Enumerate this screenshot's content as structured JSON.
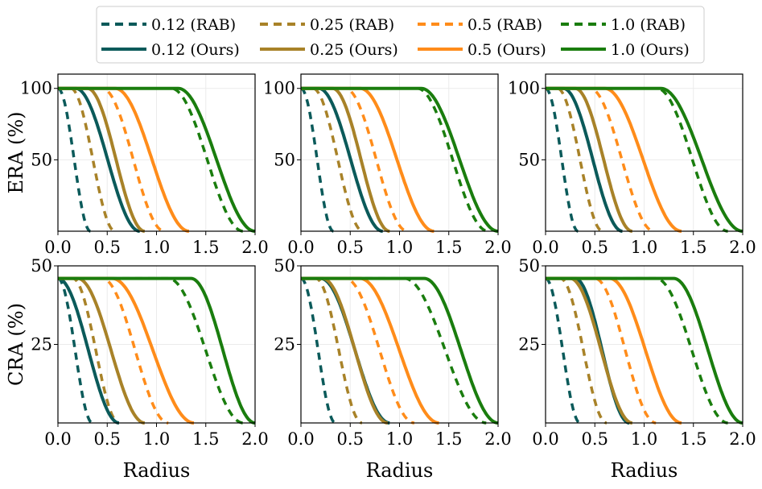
{
  "legend": {
    "entries": [
      {
        "label": "0.12 (RAB)",
        "color": "#0b5a5a",
        "style": "dashed"
      },
      {
        "label": "0.25 (RAB)",
        "color": "#a88228",
        "style": "dashed"
      },
      {
        "label": "0.5 (RAB)",
        "color": "#ff8c1a",
        "style": "dashed"
      },
      {
        "label": "1.0 (RAB)",
        "color": "#1a7d0e",
        "style": "dashed"
      },
      {
        "label": "0.12 (Ours)",
        "color": "#0b5a5a",
        "style": "solid"
      },
      {
        "label": "0.25 (Ours)",
        "color": "#a88228",
        "style": "solid"
      },
      {
        "label": "0.5 (Ours)",
        "color": "#ff8c1a",
        "style": "solid"
      },
      {
        "label": "1.0 (Ours)",
        "color": "#1a7d0e",
        "style": "solid"
      }
    ]
  },
  "chart_data": [
    {
      "type": "line",
      "row": 0,
      "col": 0,
      "xlabel": "",
      "ylabel": "ERA (%)",
      "xlim": [
        0,
        2.0
      ],
      "ylim": [
        0,
        110
      ],
      "xticks": [
        "0.0",
        "0.5",
        "1.0",
        "1.5",
        "2.0"
      ],
      "yticks": [
        "50",
        "100"
      ],
      "grid": true,
      "series": [
        {
          "name": "0.12 (RAB)",
          "x0": 0.0,
          "x1": 0.33,
          "top": 100
        },
        {
          "name": "0.25 (RAB)",
          "x0": 0.13,
          "x1": 0.58,
          "top": 100
        },
        {
          "name": "0.5 (RAB)",
          "x0": 0.45,
          "x1": 1.08,
          "top": 100
        },
        {
          "name": "1.0 (RAB)",
          "x0": 1.15,
          "x1": 1.88,
          "top": 100
        },
        {
          "name": "0.12 (Ours)",
          "x0": 0.18,
          "x1": 0.83,
          "top": 100
        },
        {
          "name": "0.25 (Ours)",
          "x0": 0.3,
          "x1": 0.88,
          "top": 100
        },
        {
          "name": "0.5 (Ours)",
          "x0": 0.58,
          "x1": 1.33,
          "top": 100
        },
        {
          "name": "1.0 (Ours)",
          "x0": 1.22,
          "x1": 2.0,
          "top": 100
        }
      ]
    },
    {
      "type": "line",
      "row": 0,
      "col": 1,
      "xlabel": "",
      "ylabel": "",
      "xlim": [
        0,
        2.0
      ],
      "ylim": [
        0,
        110
      ],
      "xticks": [
        "0.0",
        "0.5",
        "1.0",
        "1.5",
        "2.0"
      ],
      "yticks": [
        "50",
        "100"
      ],
      "grid": true,
      "series": [
        {
          "name": "0.12 (RAB)",
          "x0": 0.0,
          "x1": 0.33,
          "top": 100
        },
        {
          "name": "0.25 (RAB)",
          "x0": 0.12,
          "x1": 0.63,
          "top": 100
        },
        {
          "name": "0.5 (RAB)",
          "x0": 0.45,
          "x1": 1.08,
          "top": 100
        },
        {
          "name": "1.0 (RAB)",
          "x0": 1.18,
          "x1": 1.9,
          "top": 100
        },
        {
          "name": "0.12 (Ours)",
          "x0": 0.18,
          "x1": 0.83,
          "top": 100
        },
        {
          "name": "0.25 (Ours)",
          "x0": 0.32,
          "x1": 0.9,
          "top": 100
        },
        {
          "name": "0.5 (Ours)",
          "x0": 0.6,
          "x1": 1.35,
          "top": 100
        },
        {
          "name": "1.0 (Ours)",
          "x0": 1.22,
          "x1": 2.0,
          "top": 100
        }
      ]
    },
    {
      "type": "line",
      "row": 0,
      "col": 2,
      "xlabel": "",
      "ylabel": "",
      "xlim": [
        0,
        2.0
      ],
      "ylim": [
        0,
        110
      ],
      "xticks": [
        "0.0",
        "0.5",
        "1.0",
        "1.5",
        "2.0"
      ],
      "yticks": [
        "50",
        "100"
      ],
      "grid": true,
      "series": [
        {
          "name": "0.12 (RAB)",
          "x0": 0.0,
          "x1": 0.33,
          "top": 100
        },
        {
          "name": "0.25 (RAB)",
          "x0": 0.12,
          "x1": 0.58,
          "top": 100
        },
        {
          "name": "0.5 (RAB)",
          "x0": 0.45,
          "x1": 1.1,
          "top": 100
        },
        {
          "name": "1.0 (RAB)",
          "x0": 1.13,
          "x1": 1.85,
          "top": 100
        },
        {
          "name": "0.12 (Ours)",
          "x0": 0.18,
          "x1": 0.78,
          "top": 100
        },
        {
          "name": "0.25 (Ours)",
          "x0": 0.3,
          "x1": 0.88,
          "top": 100
        },
        {
          "name": "0.5 (Ours)",
          "x0": 0.6,
          "x1": 1.38,
          "top": 100
        },
        {
          "name": "1.0 (Ours)",
          "x0": 1.17,
          "x1": 2.0,
          "top": 100
        }
      ]
    },
    {
      "type": "line",
      "row": 1,
      "col": 0,
      "xlabel": "Radius",
      "ylabel": "CRA (%)",
      "xlim": [
        0,
        2.0
      ],
      "ylim": [
        0,
        50
      ],
      "xticks": [
        "0.0",
        "0.5",
        "1.0",
        "1.5",
        "2.0"
      ],
      "yticks": [
        "25",
        "50"
      ],
      "grid": true,
      "series": [
        {
          "name": "0.12 (RAB)",
          "x0": 0.0,
          "x1": 0.35,
          "top": 46
        },
        {
          "name": "0.25 (RAB)",
          "x0": 0.15,
          "x1": 0.62,
          "top": 46
        },
        {
          "name": "0.5 (RAB)",
          "x0": 0.45,
          "x1": 1.12,
          "top": 46
        },
        {
          "name": "1.0 (RAB)",
          "x0": 1.12,
          "x1": 1.88,
          "top": 46
        },
        {
          "name": "0.12 (Ours)",
          "x0": 0.0,
          "x1": 0.62,
          "top": 46
        },
        {
          "name": "0.25 (Ours)",
          "x0": 0.2,
          "x1": 0.88,
          "top": 46
        },
        {
          "name": "0.5 (Ours)",
          "x0": 0.55,
          "x1": 1.38,
          "top": 46
        },
        {
          "name": "1.0 (Ours)",
          "x0": 1.35,
          "x1": 2.0,
          "top": 46
        }
      ]
    },
    {
      "type": "line",
      "row": 1,
      "col": 1,
      "xlabel": "Radius",
      "ylabel": "",
      "xlim": [
        0,
        2.0
      ],
      "ylim": [
        0,
        50
      ],
      "xticks": [
        "0.0",
        "0.5",
        "1.0",
        "1.5",
        "2.0"
      ],
      "yticks": [
        "25",
        "50"
      ],
      "grid": true,
      "series": [
        {
          "name": "0.12 (RAB)",
          "x0": 0.0,
          "x1": 0.35,
          "top": 46
        },
        {
          "name": "0.25 (RAB)",
          "x0": 0.15,
          "x1": 0.62,
          "top": 46
        },
        {
          "name": "0.5 (RAB)",
          "x0": 0.45,
          "x1": 1.15,
          "top": 46
        },
        {
          "name": "1.0 (RAB)",
          "x0": 1.05,
          "x1": 1.88,
          "top": 46
        },
        {
          "name": "0.12 (Ours)",
          "x0": 0.2,
          "x1": 0.9,
          "top": 46
        },
        {
          "name": "0.25 (Ours)",
          "x0": 0.22,
          "x1": 0.88,
          "top": 46
        },
        {
          "name": "0.5 (Ours)",
          "x0": 0.6,
          "x1": 1.4,
          "top": 46
        },
        {
          "name": "1.0 (Ours)",
          "x0": 1.25,
          "x1": 2.0,
          "top": 46
        }
      ]
    },
    {
      "type": "line",
      "row": 1,
      "col": 2,
      "xlabel": "Radius",
      "ylabel": "",
      "xlim": [
        0,
        2.0
      ],
      "ylim": [
        0,
        50
      ],
      "xticks": [
        "0.0",
        "0.5",
        "1.0",
        "1.5",
        "2.0"
      ],
      "yticks": [
        "25",
        "50"
      ],
      "grid": true,
      "series": [
        {
          "name": "0.12 (RAB)",
          "x0": 0.0,
          "x1": 0.35,
          "top": 46
        },
        {
          "name": "0.25 (RAB)",
          "x0": 0.15,
          "x1": 0.62,
          "top": 46
        },
        {
          "name": "0.5 (RAB)",
          "x0": 0.5,
          "x1": 1.12,
          "top": 46
        },
        {
          "name": "1.0 (RAB)",
          "x0": 1.12,
          "x1": 1.85,
          "top": 46
        },
        {
          "name": "0.12 (Ours)",
          "x0": 0.3,
          "x1": 0.85,
          "top": 46
        },
        {
          "name": "0.25 (Ours)",
          "x0": 0.25,
          "x1": 0.88,
          "top": 46
        },
        {
          "name": "0.5 (Ours)",
          "x0": 0.65,
          "x1": 1.38,
          "top": 46
        },
        {
          "name": "1.0 (Ours)",
          "x0": 1.3,
          "x1": 2.0,
          "top": 46
        }
      ]
    }
  ]
}
